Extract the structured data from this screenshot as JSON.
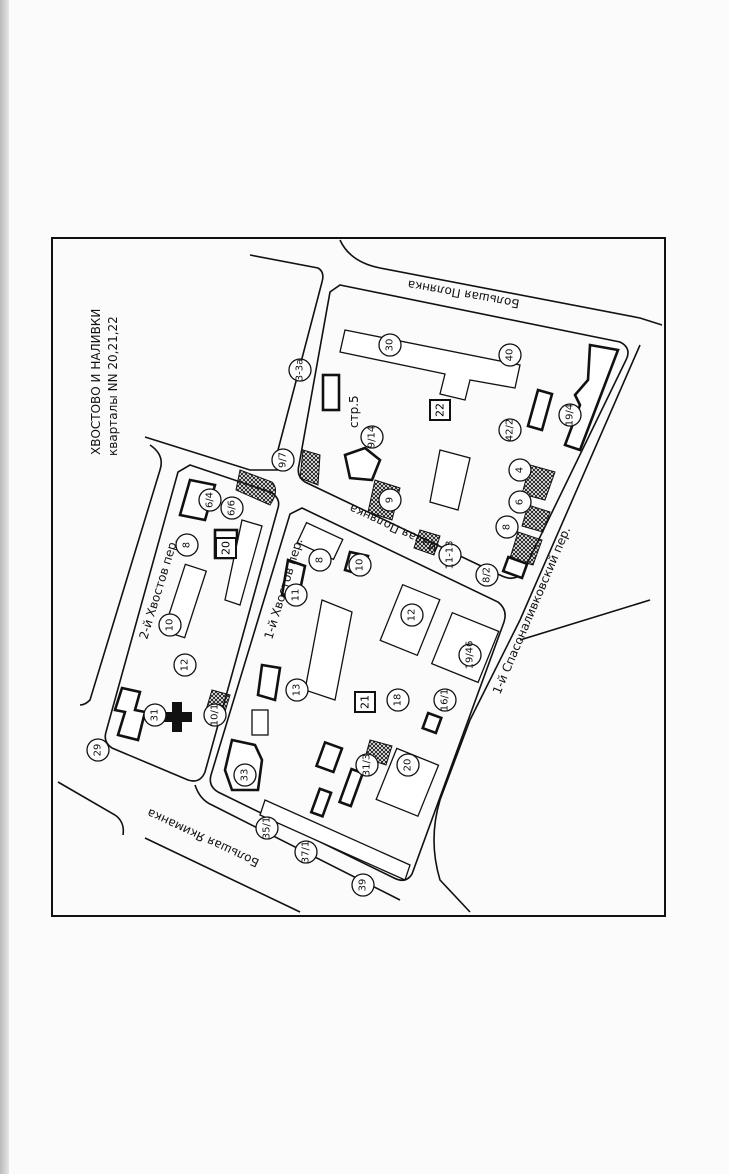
{
  "title": "ХВОСТОВО И НАЛИВКИ",
  "subtitle": "кварталы NN 20,21,22",
  "streets": {
    "bolshaya_polyanka": "Большая Полянка",
    "malaya_polyanka": "Малая Полянка",
    "bolshaya_yakimanka": "Большая Якиманка",
    "khvostov_2": "2-й Хвостов пер.",
    "khvostov_1": "1-й Хвостов пер.",
    "spasonalivkovsky": "1-й Спасоналивковский пер."
  },
  "quarters": [
    "22",
    "21",
    "20"
  ],
  "house_numbers": [
    "30",
    "40",
    "3-3а",
    "9/7",
    "42/2",
    "19/4",
    "9/14",
    "4",
    "6",
    "8",
    "9",
    "11-13",
    "8/2",
    "12",
    "8",
    "10",
    "11",
    "19/46",
    "16/1",
    "18",
    "20",
    "31/3",
    "13",
    "33",
    "35/1",
    "37/1",
    "39",
    "29",
    "31",
    "10/1",
    "12",
    "10",
    "8",
    "6/4",
    "6/6"
  ],
  "annotation": "стр.5",
  "colors": {
    "ink": "#111111",
    "paper": "#fbfbfb"
  }
}
